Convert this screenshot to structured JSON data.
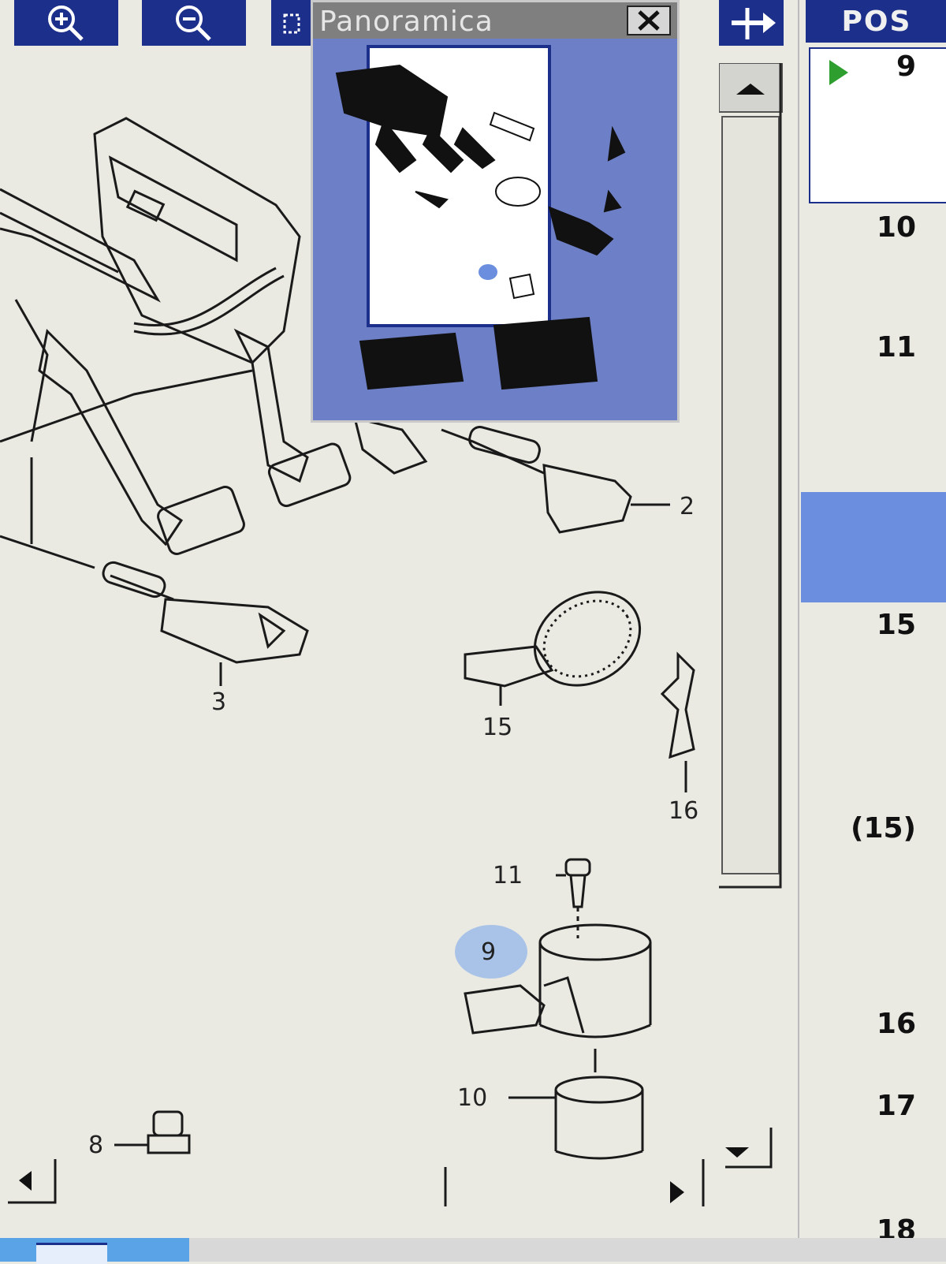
{
  "toolbar": {
    "zoom_in_icon": "zoom-in-icon",
    "zoom_out_icon": "zoom-out-icon",
    "select_icon": "selection-icon",
    "nav_icon": "navigate-icon"
  },
  "panorama": {
    "title": "Panoramica",
    "close_icon": "close-icon"
  },
  "diagram": {
    "callouts": {
      "c2": "2",
      "c3": "3",
      "c15": "15",
      "c16": "16",
      "c11": "11",
      "c9": "9",
      "c10": "10",
      "c8": "8"
    },
    "highlight_color": "#a9c3e8"
  },
  "pos_panel": {
    "header": "POS",
    "selected_icon": "play-arrow-icon",
    "items": [
      "9",
      "10",
      "11",
      "15",
      "(15)",
      "16",
      "17"
    ],
    "partial_item": "18",
    "accent_color": "#6b8fde",
    "header_color": "#1c2f8a"
  }
}
